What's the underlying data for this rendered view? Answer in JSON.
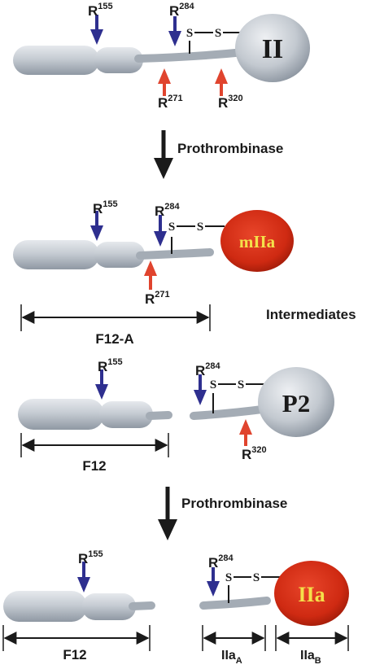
{
  "colors": {
    "blue_arrow": "#2e2f8f",
    "red_arrow": "#e0442e",
    "body_gray": "#c8cdd3",
    "red_sphere": "#d42a12",
    "yellow_text": "#f4e04a"
  },
  "residues": {
    "r155": {
      "letter": "R",
      "number": "155"
    },
    "r284": {
      "letter": "R",
      "number": "284"
    },
    "r271": {
      "letter": "R",
      "number": "271"
    },
    "r320": {
      "letter": "R",
      "number": "320"
    }
  },
  "disulfide": {
    "s1": "S",
    "s2": "S"
  },
  "step1": {
    "label": "Prothrombinase"
  },
  "step2": {
    "label": "Prothrombinase"
  },
  "intermediates_label": "Intermediates",
  "molecules": {
    "prothrombin": "II",
    "meizothrombin": "mIIa",
    "prethrombin2": "P2",
    "thrombin": "IIa"
  },
  "fragments": {
    "f12a": "F12-A",
    "f12_1": "F12",
    "f12_2": "F12",
    "iia_a": {
      "main": "IIa",
      "sub": "A"
    },
    "iia_b": {
      "main": "IIa",
      "sub": "B"
    }
  }
}
